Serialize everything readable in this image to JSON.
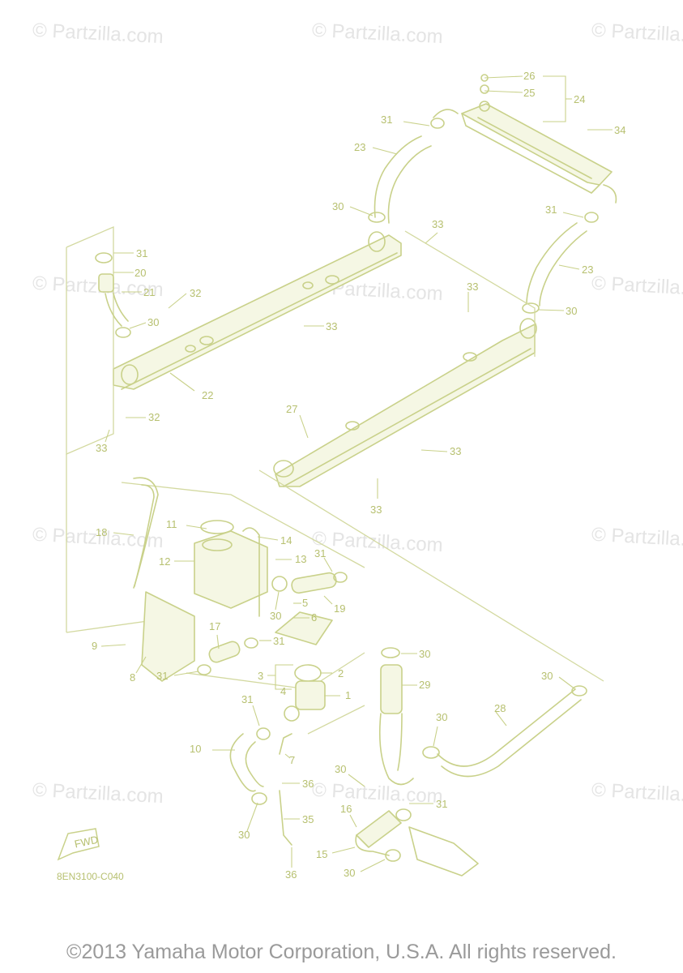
{
  "watermark": "© Partzilla.com",
  "diagram_code": "8EN3100-C040",
  "copyright": "©2013 Yamaha Motor Corporation, U.S.A. All rights reserved.",
  "fwd_label": "FWD",
  "callouts": [
    "1",
    "2",
    "3",
    "4",
    "5",
    "6",
    "7",
    "8",
    "9",
    "10",
    "11",
    "12",
    "13",
    "14",
    "15",
    "16",
    "17",
    "18",
    "19",
    "20",
    "21",
    "22",
    "23",
    "24",
    "25",
    "26",
    "27",
    "28",
    "29",
    "30",
    "31",
    "32",
    "33",
    "34",
    "35",
    "36"
  ],
  "colors": {
    "line": "#c9d18a",
    "text": "#b7c070",
    "watermark": "#e4e4e4",
    "copyright": "#9a9a9a"
  }
}
